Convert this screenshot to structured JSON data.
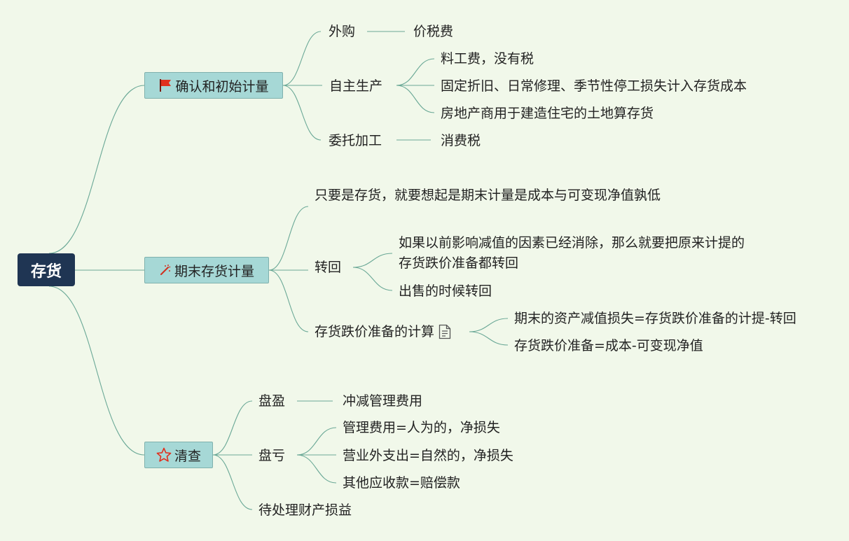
{
  "root": {
    "label": "存货"
  },
  "branches": {
    "initial": {
      "label": "确认和初始计量",
      "icon": "red-flag-icon",
      "purchase": {
        "label": "外购",
        "note": "价税费"
      },
      "self_made": {
        "label": "自主生产",
        "items": [
          "料工费，没有税",
          "固定折旧、日常修理、季节性停工损失计入存货成本",
          "房地产商用于建造住宅的土地算存货"
        ]
      },
      "consigned": {
        "label": "委托加工",
        "note": "消费税"
      }
    },
    "period_end": {
      "label": "期末存货计量",
      "icon": "magic-wand-icon",
      "principle": "只要是存货，就要想起是期末计量是成本与可变现净值孰低",
      "reversal": {
        "label": "转回",
        "items": [
          "如果以前影响减值的因素已经消除，那么就要把原来计提的存货跌价准备都转回",
          "出售的时候转回"
        ]
      },
      "calc": {
        "label": "存货跌价准备的计算",
        "icon": "note-document-icon",
        "items": [
          "期末的资产减值损失=存货跌价准备的计提-转回",
          "存货跌价准备=成本-可变现净值"
        ]
      }
    },
    "inventory_check": {
      "label": "清查",
      "icon": "red-star-icon",
      "surplus": {
        "label": "盘盈",
        "note": "冲减管理费用"
      },
      "shortage": {
        "label": "盘亏",
        "items": [
          "管理费用=人为的，净损失",
          "营业外支出=自然的，净损失",
          "其他应收款=赔偿款"
        ]
      },
      "pending": "待处理财产损益"
    }
  },
  "colors": {
    "background": "#f1f8ea",
    "root_fill": "#1f3553",
    "branch_fill": "#a6d8d6",
    "connector": "#6aa896",
    "flag_red": "#e0301e",
    "star_red": "#e0301e"
  }
}
